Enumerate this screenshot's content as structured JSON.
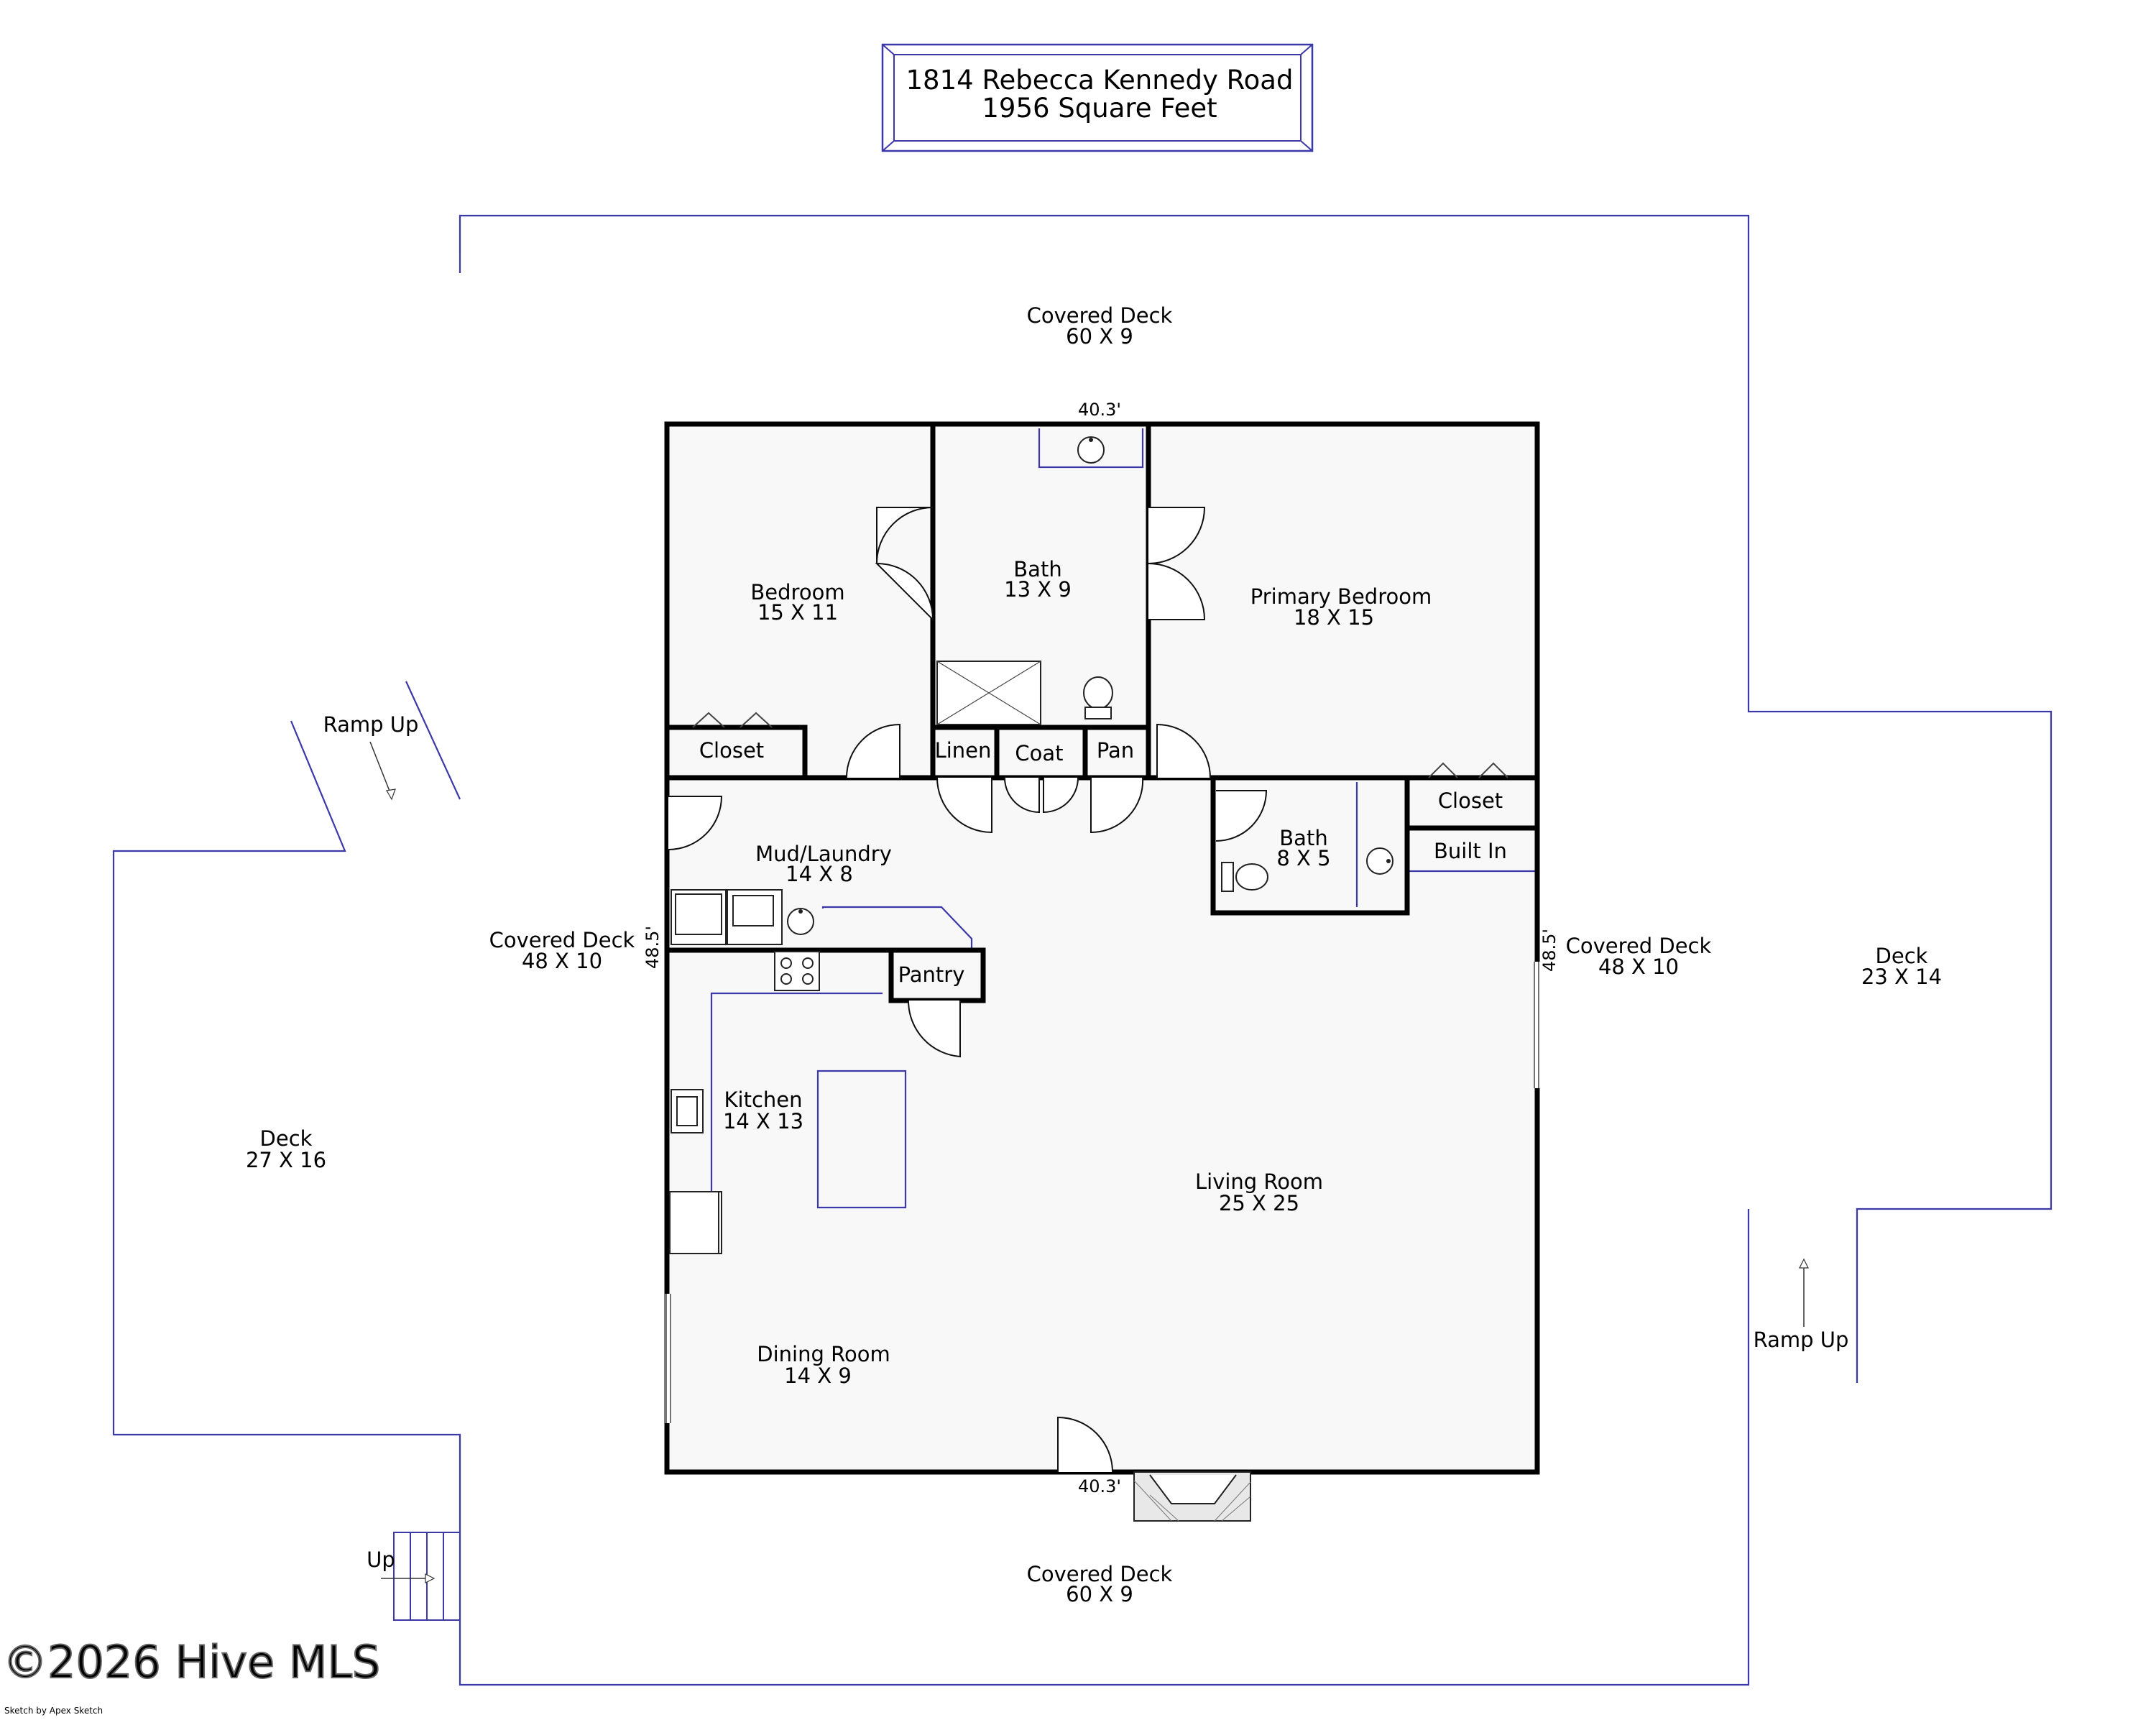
{
  "title": {
    "address": "1814 Rebecca Kennedy Road",
    "area": "1956 Square Feet"
  },
  "rooms": {
    "covered_deck_top": {
      "name": "Covered Deck",
      "size": "60 X 9"
    },
    "covered_deck_bottom": {
      "name": "Covered Deck",
      "size": "60 X 9"
    },
    "covered_deck_left": {
      "name": "Covered Deck",
      "size": "48 X 10"
    },
    "covered_deck_right": {
      "name": "Covered Deck",
      "size": "48 X 10"
    },
    "deck_left": {
      "name": "Deck",
      "size": "27 X 16"
    },
    "deck_right": {
      "name": "Deck",
      "size": "23 X 14"
    },
    "bedroom": {
      "name": "Bedroom",
      "size": "15 X 11"
    },
    "bath_main": {
      "name": "Bath",
      "size": "13 X 9"
    },
    "primary_bedroom": {
      "name": "Primary Bedroom",
      "size": "18 X 15"
    },
    "mud_laundry": {
      "name": "Mud/Laundry",
      "size": "14 X 8"
    },
    "bath_small": {
      "name": "Bath",
      "size": "8 X 5"
    },
    "kitchen": {
      "name": "Kitchen",
      "size": "14 X 13"
    },
    "living_room": {
      "name": "Living Room",
      "size": "25 X 25"
    },
    "dining_room": {
      "name": "Dining Room",
      "size": "14 X 9"
    }
  },
  "small_labels": {
    "closet_left": "Closet",
    "linen": "Linen",
    "coat": "Coat",
    "pan": "Pan",
    "closet_right": "Closet",
    "built_in": "Built In",
    "pantry": "Pantry",
    "ramp_up_left": "Ramp Up",
    "ramp_up_right": "Ramp Up",
    "stairs_up": "Up"
  },
  "dimensions": {
    "top": "40.3'",
    "bottom": "40.3'",
    "left": "48.5'",
    "right": "48.5'"
  },
  "watermark": "©2026 Hive MLS",
  "credit": "Sketch by Apex Sketch"
}
